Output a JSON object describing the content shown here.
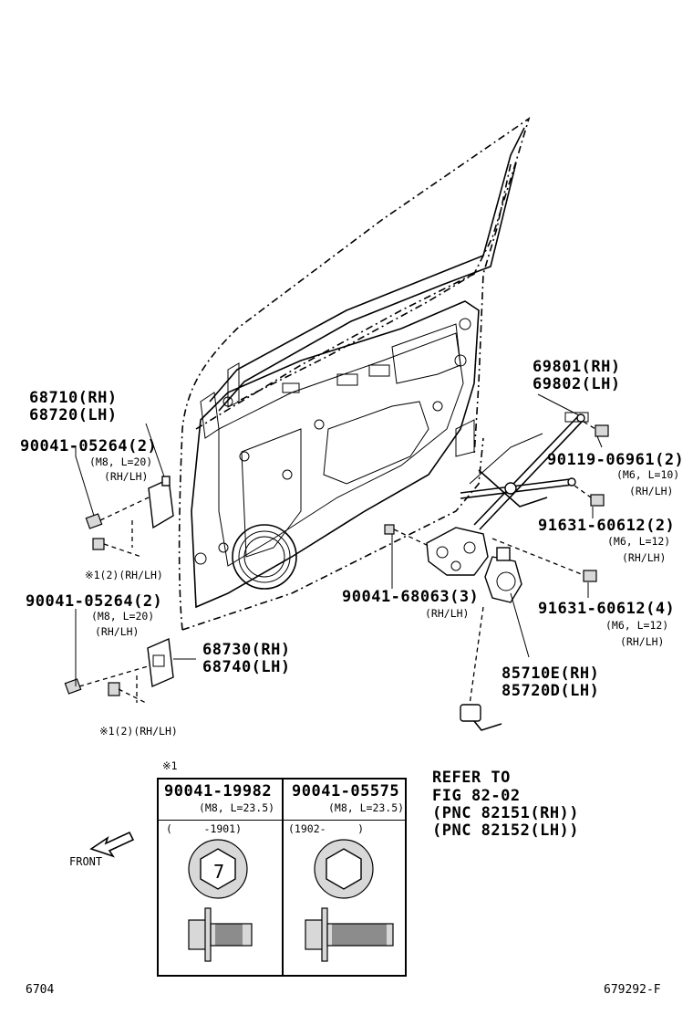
{
  "labels": {
    "p69801": "69801(RH)",
    "p69802": "69802(LH)",
    "p68710": "68710(RH)",
    "p68720": "68720(LH)",
    "p90041_05264_a": "90041-05264(2)",
    "p90041_05264_a_spec": "(M8, L=20)",
    "p90041_05264_a_side": "(RH/LH)",
    "p90119": "90119-06961(2)",
    "p90119_spec": "(M6, L=10)",
    "p90119_side": "(RH/LH)",
    "p91631_a": "91631-60612(2)",
    "p91631_a_spec": "(M6, L=12)",
    "p91631_a_side": "(RH/LH)",
    "note1_a": "※1(2)(RH/LH)",
    "p90041_05264_b": "90041-05264(2)",
    "p90041_05264_b_spec": "(M8, L=20)",
    "p90041_05264_b_side": "(RH/LH)",
    "p90041_68063": "90041-68063(3)",
    "p90041_68063_side": "(RH/LH)",
    "p91631_b": "91631-60612(4)",
    "p91631_b_spec": "(M6, L=12)",
    "p91631_b_side": "(RH/LH)",
    "p68730": "68730(RH)",
    "p68740": "68740(LH)",
    "p85710": "85710E(RH)",
    "p85720": "85720D(LH)",
    "note1_b": "※1(2)(RH/LH)",
    "refer1": "REFER TO",
    "refer2": "FIG 82-02",
    "refer3": "(PNC 82151(RH))",
    "refer4": "(PNC 82152(LH))",
    "front": "FRONT",
    "footer_left": "6704",
    "footer_right": "679292-F"
  },
  "table": {
    "note_mark": "※1",
    "col1": {
      "part": "90041-19982",
      "spec": "(M8, L=23.5)",
      "range": "(     -1901)",
      "head_mark": "7"
    },
    "col2": {
      "part": "90041-05575",
      "spec": "(M8, L=23.5)",
      "range": "(1902-     )"
    }
  }
}
